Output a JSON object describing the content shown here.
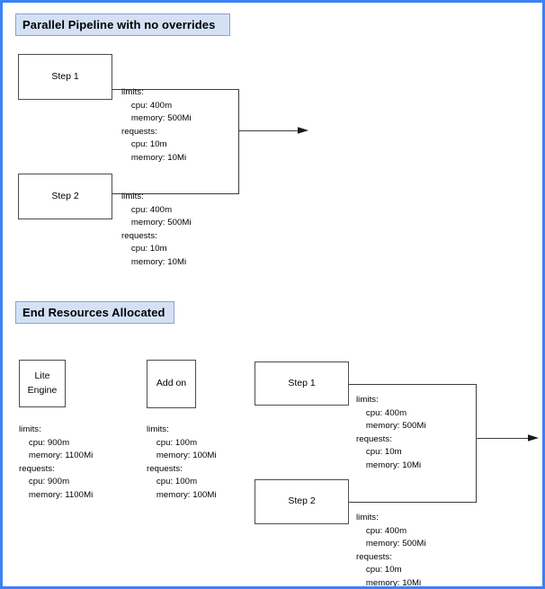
{
  "page": {
    "border_color": "#3b82f6",
    "background": "#ffffff"
  },
  "sections": [
    {
      "id": "parallel-pipeline",
      "banner": "Parallel Pipeline with no overrides",
      "banner_fill": "#d4e1f5",
      "banner_border": "#8aa4c8"
    },
    {
      "id": "end-resources",
      "banner": "End Resources Allocated",
      "banner_fill": "#d4e1f5",
      "banner_border": "#8aa4c8"
    }
  ],
  "top": {
    "banner": "Parallel Pipeline with no overrides",
    "step1": {
      "label": "Step 1",
      "spec": "limits:\n    cpu: 400m\n    memory: 500Mi\nrequests:\n    cpu: 10m\n    memory: 10Mi"
    },
    "step2": {
      "label": "Step 2",
      "spec": "limits:\n    cpu: 400m\n    memory: 500Mi\nrequests:\n    cpu: 10m\n    memory: 10Mi"
    }
  },
  "bottom": {
    "banner": "End Resources Allocated",
    "lite_engine": {
      "label": "Lite\nEngine",
      "spec": "limits:\n    cpu: 900m\n    memory: 1100Mi\nrequests:\n    cpu: 900m\n    memory: 1100Mi"
    },
    "add_on": {
      "label": "Add on",
      "spec": "limits:\n    cpu: 100m\n    memory: 100Mi\nrequests:\n    cpu: 100m\n    memory: 100Mi"
    },
    "step1": {
      "label": "Step 1",
      "spec": "limits:\n    cpu: 400m\n    memory: 500Mi\nrequests:\n    cpu: 10m\n    memory: 10Mi"
    },
    "step2": {
      "label": "Step 2",
      "spec": "limits:\n    cpu: 400m\n    memory: 500Mi\nrequests:\n    cpu: 10m\n    memory: 10Mi"
    }
  },
  "chart_data": {
    "type": "diagram",
    "title": "Pipeline resource allocation",
    "groups": [
      {
        "name": "Parallel Pipeline with no overrides",
        "nodes": [
          {
            "name": "Step 1",
            "limits": {
              "cpu": "400m",
              "memory": "500Mi"
            },
            "requests": {
              "cpu": "10m",
              "memory": "10Mi"
            }
          },
          {
            "name": "Step 2",
            "limits": {
              "cpu": "400m",
              "memory": "500Mi"
            },
            "requests": {
              "cpu": "10m",
              "memory": "10Mi"
            }
          }
        ]
      },
      {
        "name": "End Resources Allocated",
        "nodes": [
          {
            "name": "Lite Engine",
            "limits": {
              "cpu": "900m",
              "memory": "1100Mi"
            },
            "requests": {
              "cpu": "900m",
              "memory": "1100Mi"
            }
          },
          {
            "name": "Add on",
            "limits": {
              "cpu": "100m",
              "memory": "100Mi"
            },
            "requests": {
              "cpu": "100m",
              "memory": "100Mi"
            }
          },
          {
            "name": "Step 1",
            "limits": {
              "cpu": "400m",
              "memory": "500Mi"
            },
            "requests": {
              "cpu": "10m",
              "memory": "10Mi"
            }
          },
          {
            "name": "Step 2",
            "limits": {
              "cpu": "400m",
              "memory": "500Mi"
            },
            "requests": {
              "cpu": "10m",
              "memory": "10Mi"
            }
          }
        ]
      }
    ]
  }
}
